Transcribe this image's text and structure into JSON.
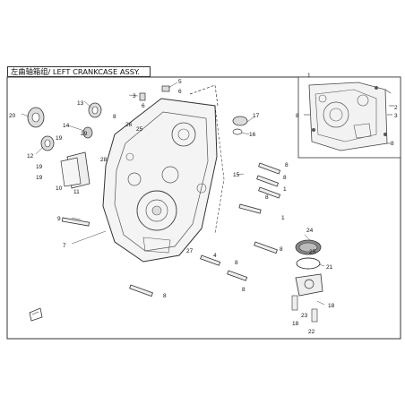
{
  "diagram": {
    "title": "左曲轴箱组/ LEFT CRANKCASE ASSY.",
    "callouts": [
      {
        "id": "c1",
        "label": "1"
      },
      {
        "id": "c1b",
        "label": "1"
      },
      {
        "id": "c2",
        "label": "2"
      },
      {
        "id": "c3",
        "label": "3"
      },
      {
        "id": "c4",
        "label": "4"
      },
      {
        "id": "c5",
        "label": "5"
      },
      {
        "id": "c6",
        "label": "6"
      },
      {
        "id": "c7",
        "label": "7"
      },
      {
        "id": "c8a",
        "label": "8"
      },
      {
        "id": "c8b",
        "label": "8"
      },
      {
        "id": "c8c",
        "label": "8"
      },
      {
        "id": "c8d",
        "label": "8"
      },
      {
        "id": "c8e",
        "label": "8"
      },
      {
        "id": "c8f",
        "label": "8"
      },
      {
        "id": "c8g",
        "label": "8"
      },
      {
        "id": "c9",
        "label": "9"
      },
      {
        "id": "c10",
        "label": "10"
      },
      {
        "id": "c11",
        "label": "11"
      },
      {
        "id": "c12",
        "label": "12"
      },
      {
        "id": "c13",
        "label": "13"
      },
      {
        "id": "c14",
        "label": "14"
      },
      {
        "id": "c15",
        "label": "15"
      },
      {
        "id": "c16",
        "label": "16"
      },
      {
        "id": "c17",
        "label": "17"
      },
      {
        "id": "c18a",
        "label": "18"
      },
      {
        "id": "c18b",
        "label": "18"
      },
      {
        "id": "c19a",
        "label": "19"
      },
      {
        "id": "c19b",
        "label": "19"
      },
      {
        "id": "c19c",
        "label": "19"
      },
      {
        "id": "c20",
        "label": "20"
      },
      {
        "id": "c21",
        "label": "21"
      },
      {
        "id": "c22",
        "label": "22"
      },
      {
        "id": "c23",
        "label": "23"
      },
      {
        "id": "c24",
        "label": "24"
      },
      {
        "id": "c25",
        "label": "25"
      },
      {
        "id": "c26",
        "label": "26"
      },
      {
        "id": "c27",
        "label": "27"
      },
      {
        "id": "c28",
        "label": "28"
      },
      {
        "id": "c29",
        "label": "29"
      },
      {
        "id": "inset1",
        "label": "1"
      },
      {
        "id": "inset2",
        "label": "2"
      },
      {
        "id": "inset3",
        "label": "3"
      },
      {
        "id": "inset8",
        "label": "8"
      }
    ]
  }
}
